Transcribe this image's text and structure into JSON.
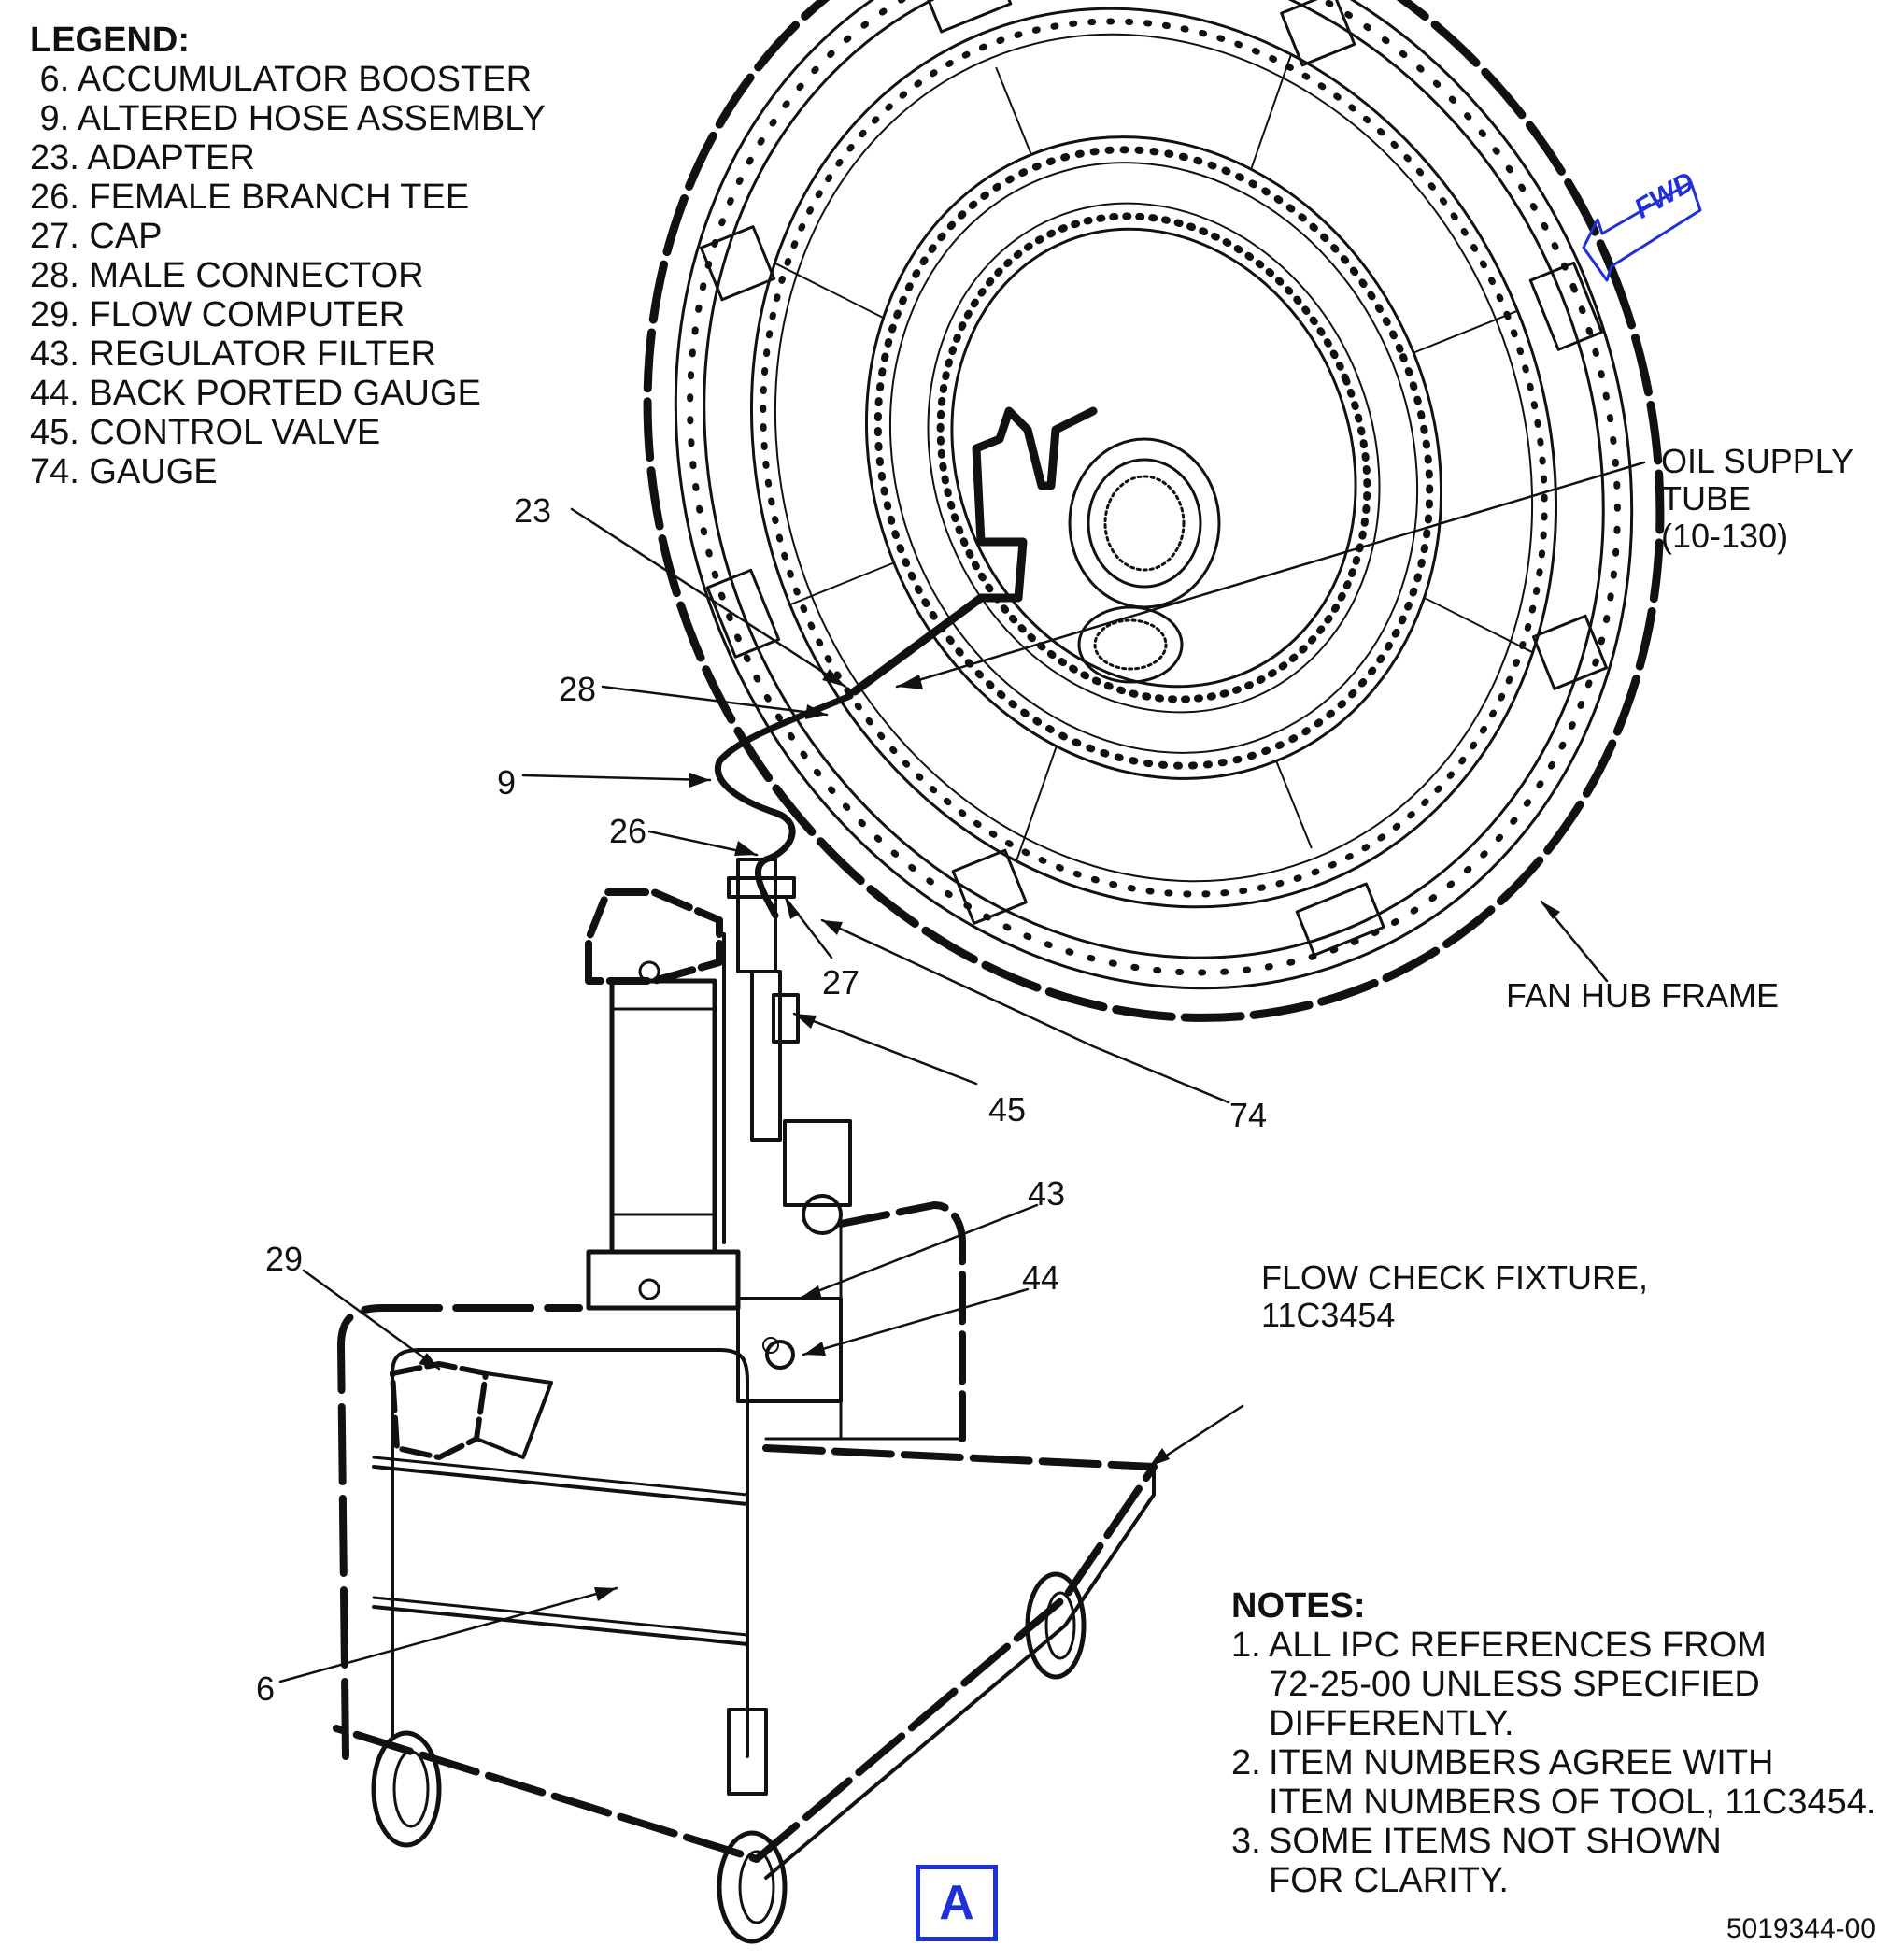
{
  "legend": {
    "title": "LEGEND:",
    "items": [
      " 6. ACCUMULATOR BOOSTER",
      " 9. ALTERED HOSE ASSEMBLY",
      "23. ADAPTER",
      "26. FEMALE BRANCH TEE",
      "27. CAP",
      "28. MALE CONNECTOR",
      "29. FLOW COMPUTER",
      "43. REGULATOR FILTER",
      "44. BACK PORTED GAUGE",
      "45. CONTROL VALVE",
      "74. GAUGE"
    ]
  },
  "callouts": {
    "c23": "23",
    "c28": "28",
    "c9": "9",
    "c26": "26",
    "c27": "27",
    "c45": "45",
    "c74": "74",
    "c43": "43",
    "c44": "44",
    "c29": "29",
    "c6": "6",
    "oil_supply_tube": "OIL SUPPLY\nTUBE\n(10-130)",
    "fan_hub_frame": "FAN HUB FRAME",
    "flow_check_fixture": "FLOW CHECK FIXTURE,\n11C3454"
  },
  "fwd_label": "FWD",
  "view_label": "A",
  "notes": {
    "title": "NOTES:",
    "items": [
      {
        "num": "1.",
        "text": "ALL IPC REFERENCES FROM\n72-25-00 UNLESS SPECIFIED\nDIFFERENTLY."
      },
      {
        "num": "2.",
        "text": "ITEM NUMBERS AGREE WITH\nITEM NUMBERS OF TOOL, 11C3454."
      },
      {
        "num": "3.",
        "text": "SOME ITEMS NOT SHOWN\nFOR CLARITY."
      }
    ]
  },
  "doc_number": "5019344-00",
  "colors": {
    "line": "#111111",
    "accent": "#2030d8"
  }
}
